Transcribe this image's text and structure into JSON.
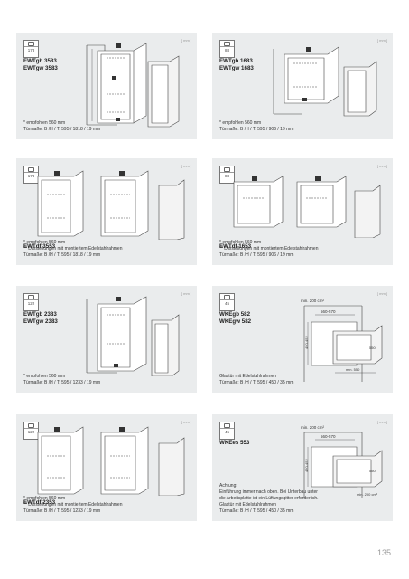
{
  "page_number": "135",
  "cards": [
    {
      "badge": "178",
      "tag": "[ mm ]",
      "models": [
        "EWTgb 3583",
        "EWTgw 3583"
      ],
      "notes": [
        "* empfohlen 560 mm",
        "Türmaße: B /H / T: 595 / 1818 / 19 mm"
      ]
    },
    {
      "badge": "88",
      "tag": "[ mm ]",
      "models": [
        "EWTgb 1683",
        "EWTgw 1683"
      ],
      "notes": [
        "* empfohlen 560 mm",
        "Türmaße: B /H / T: 595 / 906 / 19 mm"
      ]
    },
    {
      "badge": "178",
      "tag": "[ mm ]",
      "models": [
        "EWTdf 3553"
      ],
      "notes": [
        "* empfohlen 560 mm",
        "** Darstellungen mit montiertem Edelstahlrahmen",
        "Türmaße: B /H / T: 595 / 1818 / 19 mm"
      ]
    },
    {
      "badge": "88",
      "tag": "[ mm ]",
      "models": [
        "EWTdf 1653"
      ],
      "notes": [
        "* empfohlen 560 mm",
        "** Darstellungen mit montiertem Edelstahlrahmen",
        "Türmaße: B /H / T: 595 / 906 / 19 mm"
      ]
    },
    {
      "badge": "122",
      "tag": "[ mm ]",
      "models": [
        "EWTgb 2383",
        "EWTgw 2383"
      ],
      "notes": [
        "* empfohlen 560 mm",
        "Türmaße: B /H / T: 595 / 1233 / 19 mm"
      ]
    },
    {
      "badge": "45",
      "tag": "[ mm ]",
      "models": [
        "WKEgb 582",
        "WKEgw 582"
      ],
      "notes": [
        "Glastür mit Edelstahlrahmen",
        "Türmaße: B /H / T: 595 / 450 / 35 mm"
      ],
      "labels": [
        "min. 200 cm²",
        "560-570",
        "450-452",
        "550",
        "min. 550"
      ]
    },
    {
      "badge": "122",
      "tag": "[ mm ]",
      "models": [
        "EWTdf 2353"
      ],
      "notes": [
        "* empfohlen 560 mm",
        "** Darstellungen mit montiertem Edelstahlrahmen",
        "Türmaße: B /H / T: 595 / 1233 / 19 mm"
      ]
    },
    {
      "badge": "45",
      "tag": "[ mm ]",
      "models": [
        "WKEes 553"
      ],
      "notes": [
        "Achtung:",
        "Einführung immer nach oben. Bei Unterbau unter",
        "die Arbeitsplatte ist ein Lüftungsgitter erforderlich.",
        "Glastür mit Edelstahlrahmen",
        "Türmaße: B /H / T: 595 / 450 / 35 mm"
      ],
      "labels": [
        "min. 200 cm²",
        "560-570",
        "450-452",
        "550",
        "min. 200 cm²"
      ]
    }
  ]
}
